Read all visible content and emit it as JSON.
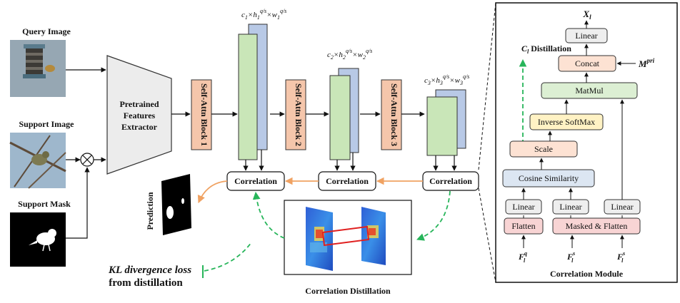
{
  "inputs": {
    "query_label": "Query Image",
    "support_label": "Support Image",
    "mask_label": "Support Mask"
  },
  "extractor_label": [
    "Pretrained",
    "Features",
    "Extractor"
  ],
  "self_attn_blocks": [
    "Self-Attn Block 1",
    "Self-Attn Block 2",
    "Self-Attn Block 3"
  ],
  "feature_dims": [
    {
      "c": "c",
      "sub": "1"
    },
    {
      "c": "c",
      "sub": "2"
    },
    {
      "c": "c",
      "sub": "3"
    }
  ],
  "correlation_label": "Correlation",
  "prediction_label": "Prediction",
  "distillation_caption": "Correlation Distillation",
  "kl_loss": [
    "KL divergence loss",
    "from distillation"
  ],
  "ci_distillation": "C",
  "ci_distillation_rest": "Distillation",
  "module": {
    "title": "Correlation Module",
    "output": "X",
    "linear": "Linear",
    "concat": "Concat",
    "mpri": "M",
    "mpri_sup": "pri",
    "matmul": "MatMul",
    "inverse_softmax": "Inverse SoftMax",
    "scale": "Scale",
    "cosine": "Cosine Similarity",
    "flatten": "Flatten",
    "masked_flatten": "Masked & Flatten",
    "fq": "F",
    "fq_sup": "q",
    "fs": "F",
    "fs_sup": "s"
  },
  "colors": {
    "self_attn": "#f5c6ab",
    "feature_green": "#c9e6b8",
    "feature_blue": "#b8c9e6",
    "orange_arrow": "#f0a262",
    "green_dash": "#27b55a",
    "concat": "#fde2d3",
    "matmul": "#dcefd3",
    "inverse_softmax": "#fff2c4",
    "scale": "#fde2d3",
    "cosine": "#dce6f2",
    "linear": "#eeeeee",
    "flatten": "#f8d4d4"
  }
}
